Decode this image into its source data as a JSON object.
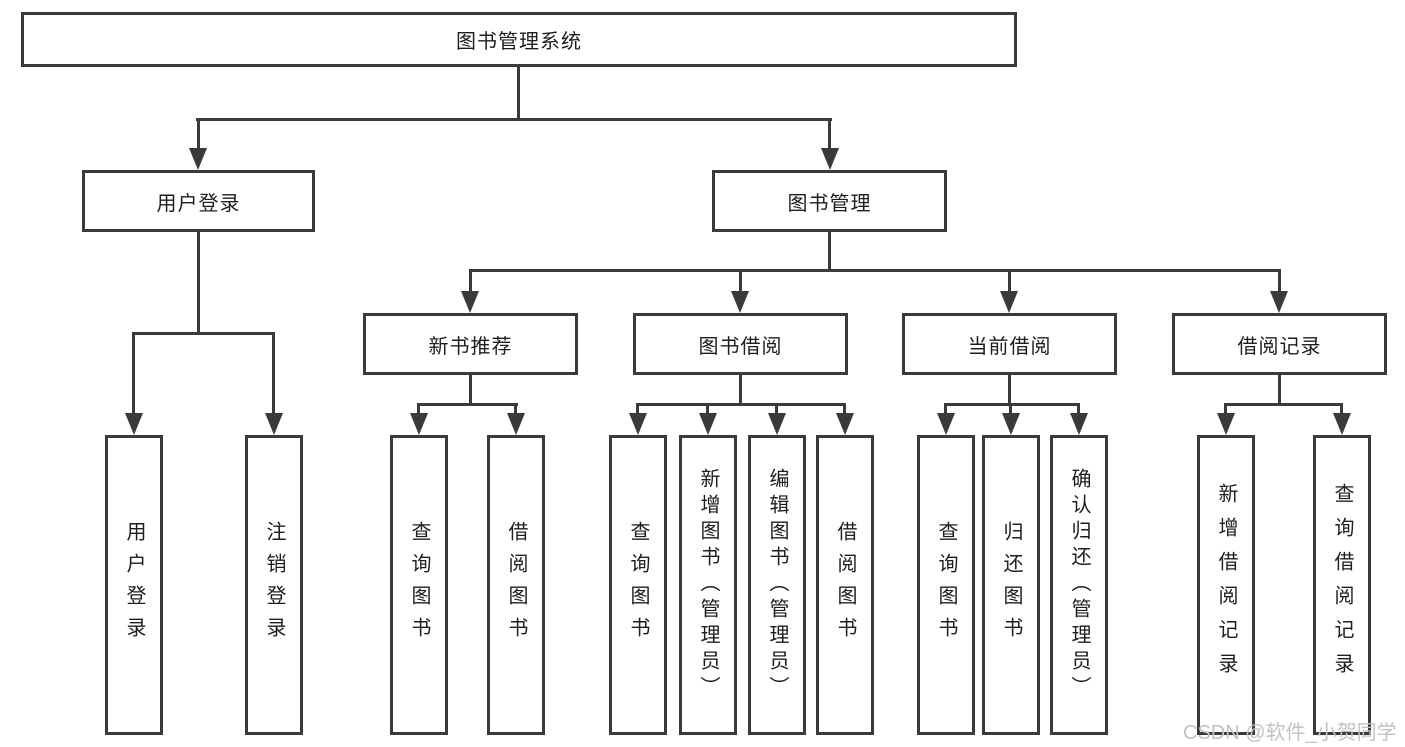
{
  "colors": {
    "line": "#3a3a3a",
    "box_border": "#3a3a3a",
    "text": "#1e1e1e",
    "background": "#ffffff",
    "watermark": "#c2c2c2"
  },
  "watermark": {
    "text": "CSDN @软件_小贺同学"
  },
  "tree": {
    "root": {
      "label": "图书管理系统"
    },
    "branches": [
      {
        "label": "用户登录",
        "children": [
          {
            "label": "用户登录"
          },
          {
            "label": "注销登录"
          }
        ]
      },
      {
        "label": "图书管理",
        "children": [
          {
            "label": "新书推荐",
            "children": [
              {
                "label": "查询图书"
              },
              {
                "label": "借阅图书"
              }
            ]
          },
          {
            "label": "图书借阅",
            "children": [
              {
                "label": "查询图书"
              },
              {
                "label": "新增图书（管理员）"
              },
              {
                "label": "编辑图书（管理员）"
              },
              {
                "label": "借阅图书"
              }
            ]
          },
          {
            "label": "当前借阅",
            "children": [
              {
                "label": "查询图书"
              },
              {
                "label": "归还图书"
              },
              {
                "label": "确认归还（管理员）"
              }
            ]
          },
          {
            "label": "借阅记录",
            "children": [
              {
                "label": "新增借阅记录"
              },
              {
                "label": "查询借阅记录"
              }
            ]
          }
        ]
      }
    ]
  }
}
